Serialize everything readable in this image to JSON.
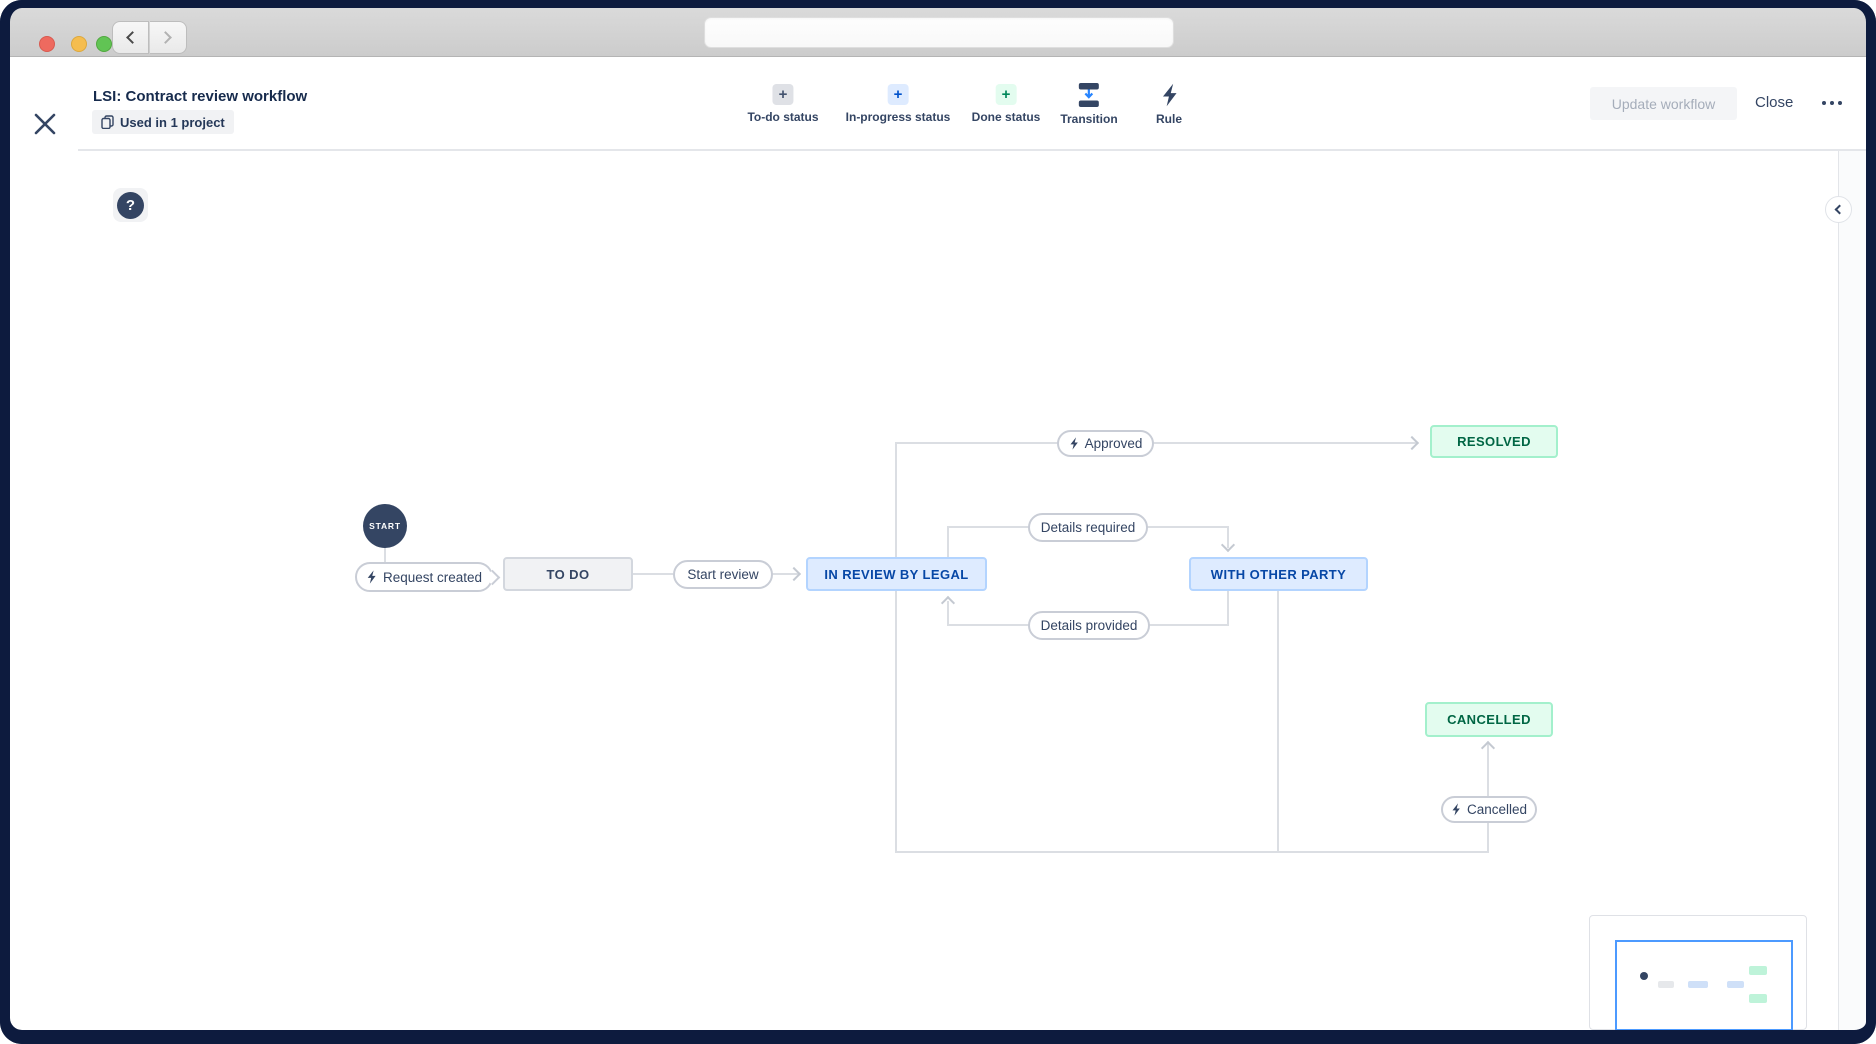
{
  "browser": {
    "url_bar_value": ""
  },
  "header": {
    "title": "LSI: Contract review workflow",
    "badge": "Used in 1 project",
    "toolbar": [
      {
        "label": "To-do status"
      },
      {
        "label": "In-progress status"
      },
      {
        "label": "Done status"
      },
      {
        "label": "Transition"
      },
      {
        "label": "Rule"
      }
    ],
    "update_button": "Update workflow",
    "close_button": "Close"
  },
  "canvas": {
    "help_glyph": "?",
    "start_label": "START",
    "statuses": {
      "todo": "TO DO",
      "in_review": "IN REVIEW BY LEGAL",
      "with_other_party": "WITH OTHER PARTY",
      "resolved": "RESOLVED",
      "cancelled": "CANCELLED"
    },
    "transitions": {
      "request_created": "Request created",
      "start_review": "Start review",
      "approved": "Approved",
      "details_required": "Details required",
      "details_provided": "Details provided",
      "cancelled": "Cancelled"
    }
  },
  "colors": {
    "frame_navy": "#0d1b3e",
    "text_navy": "#344563",
    "title_navy": "#172b4d",
    "inprogress_bg": "#deebff",
    "inprogress_border": "#b3d4ff",
    "inprogress_text": "#0747a6",
    "done_bg": "#e3fcef",
    "done_border": "#a3f0cc",
    "done_text": "#006644",
    "todo_bg": "#f1f2f4",
    "todo_border": "#d3d7de",
    "connector": "#dbdee3",
    "minimap_viewport": "#4c9aff",
    "accent_blue": "#0052cc",
    "accent_green": "#00875a"
  }
}
